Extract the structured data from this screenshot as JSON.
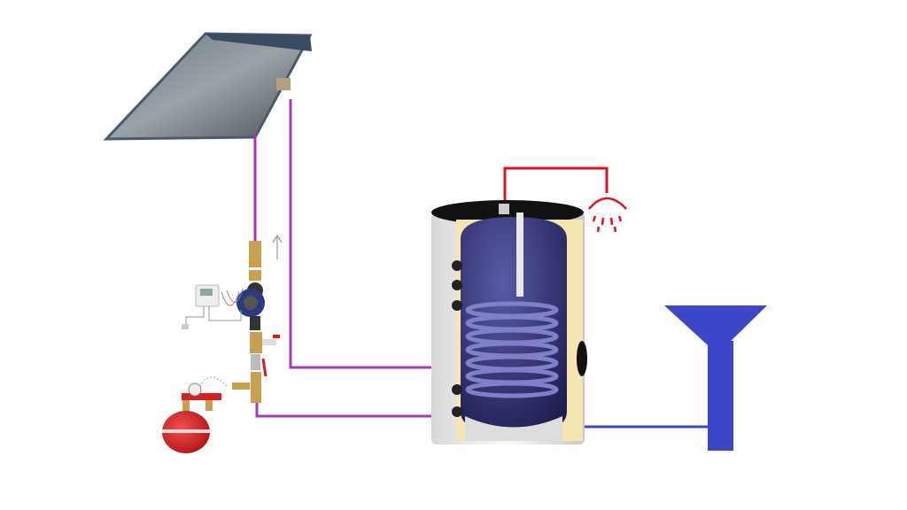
{
  "diagram": {
    "colors": {
      "solar_loop_pipe": "#a03cb4",
      "hot_water_line": "#e0141e",
      "cold_water_line": "#3c46c8",
      "tank_coil": "#3a3a8c",
      "insulation": "#f5e6b0",
      "expansion_vessel": "#d42020"
    },
    "components": [
      "solar-collector",
      "pump-station",
      "controller",
      "expansion-vessel",
      "storage-tank",
      "shower",
      "cold-water-inlet"
    ]
  }
}
